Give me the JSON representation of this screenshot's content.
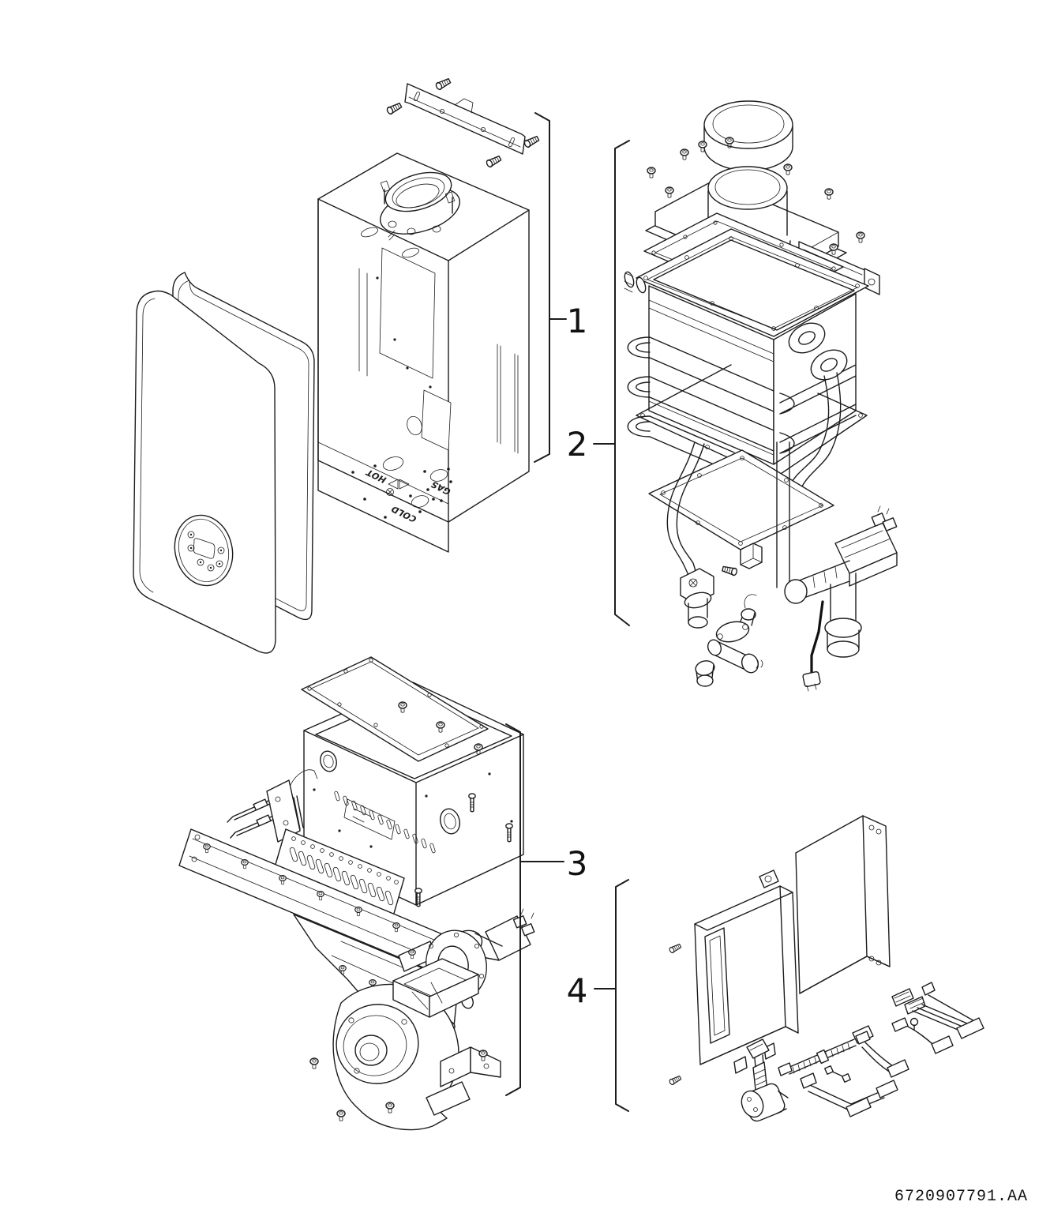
{
  "page": {
    "background": "#ffffff",
    "line_color": "#1c1c1e"
  },
  "document": {
    "number": "6720907791.AA"
  },
  "diagram": {
    "type": "exploded-parts-diagram",
    "groups": [
      {
        "callout": "1",
        "name": "front-cover-casing-and-wall-mounting-bracket"
      },
      {
        "callout": "2",
        "name": "flue-adapter-fan-cover-heat-exchanger-and-valve-train"
      },
      {
        "callout": "3",
        "name": "burner-manifold-gas-valve-and-blower"
      },
      {
        "callout": "4",
        "name": "control-unit-mounting-plate-power-cord-and-harnesses"
      }
    ]
  },
  "casing_base_labels": [
    "HOT",
    "GAS",
    "COLD"
  ]
}
